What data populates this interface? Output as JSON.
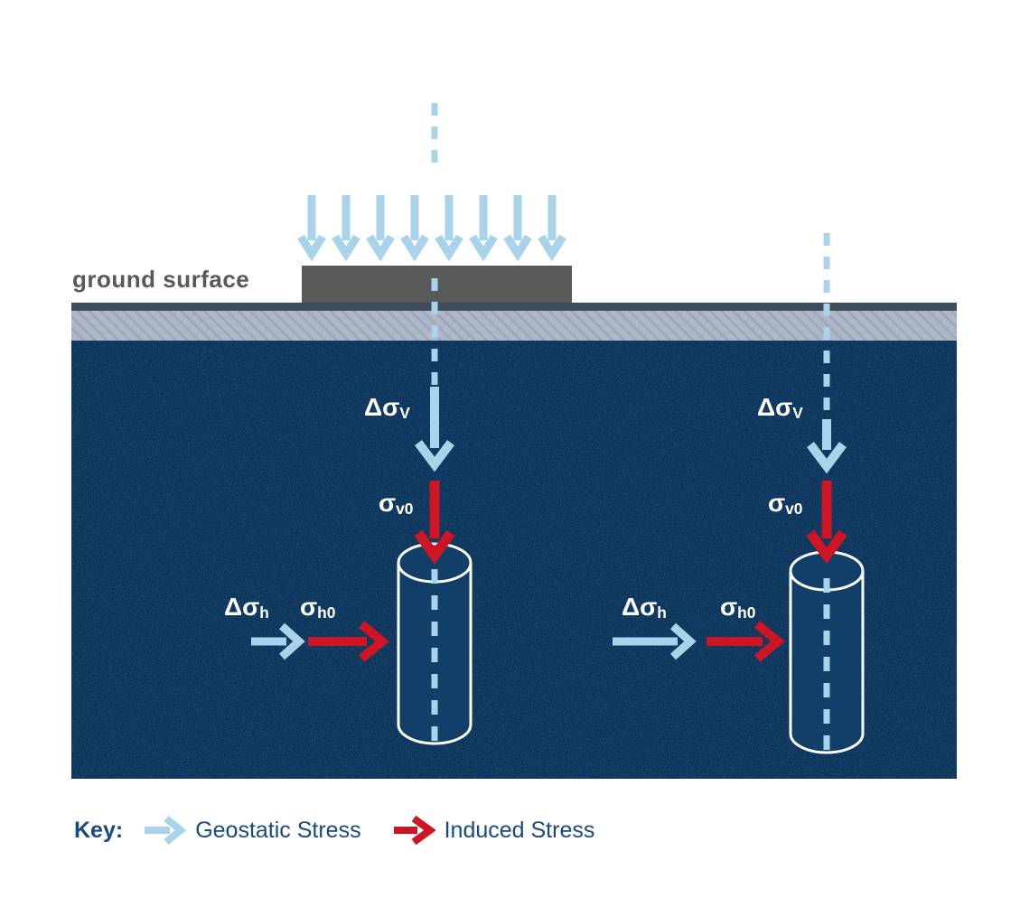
{
  "diagram": {
    "ground_surface_label": "ground surface",
    "labels": {
      "left": {
        "delta_sigma_v": {
          "base": "Δσ",
          "sub": "V"
        },
        "sigma_v0": {
          "base": "σ",
          "sub": "v0"
        },
        "delta_sigma_h": {
          "base": "Δσ",
          "sub": "h"
        },
        "sigma_h0": {
          "base": "σ",
          "sub": "h0"
        }
      },
      "right": {
        "delta_sigma_v": {
          "base": "Δσ",
          "sub": "V"
        },
        "sigma_v0": {
          "base": "σ",
          "sub": "v0"
        },
        "delta_sigma_h": {
          "base": "Δσ",
          "sub": "h"
        },
        "sigma_h0": {
          "base": "σ",
          "sub": "h0"
        }
      }
    }
  },
  "key": {
    "title": "Key:",
    "geostatic_label": "Geostatic Stress",
    "induced_label": "Induced Stress"
  },
  "colors": {
    "geostatic_blue": "#a9d3eb",
    "induced_red": "#cd1523",
    "soil_base": "#14426d",
    "soil_speckle": "#0d3053",
    "cylinder_fill": "#123f68",
    "foundation_gray": "#58595b",
    "ground_line": "#3e4c5a",
    "hatch_base": "#aeb7c8",
    "hatch_stripe": "#99a3b6",
    "key_text_navy": "#174a7d",
    "label_white": "#ffffff"
  }
}
